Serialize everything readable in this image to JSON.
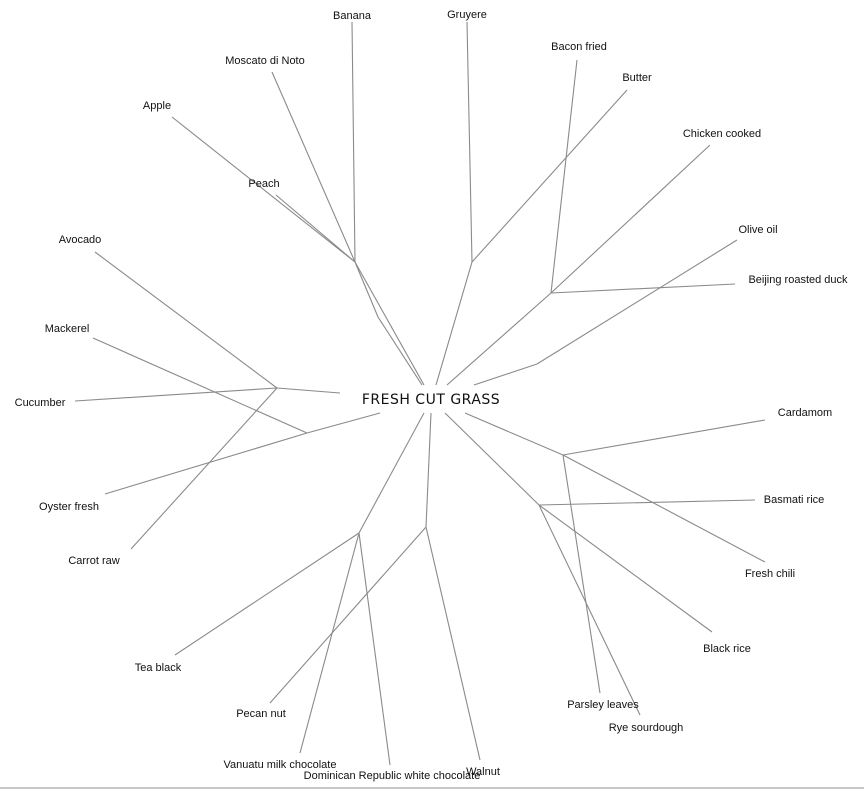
{
  "center": {
    "label": "FRESH CUT GRASS"
  },
  "nodes": [
    {
      "label": "Banana"
    },
    {
      "label": "Gruyere"
    },
    {
      "label": "Bacon fried"
    },
    {
      "label": "Butter"
    },
    {
      "label": "Chicken cooked"
    },
    {
      "label": "Olive oil"
    },
    {
      "label": "Beijing roasted duck"
    },
    {
      "label": "Moscato di Noto"
    },
    {
      "label": "Apple"
    },
    {
      "label": "Peach"
    },
    {
      "label": "Avocado"
    },
    {
      "label": "Mackerel"
    },
    {
      "label": "Cucumber"
    },
    {
      "label": "Oyster fresh"
    },
    {
      "label": "Carrot raw"
    },
    {
      "label": "Cardamom"
    },
    {
      "label": "Basmati rice"
    },
    {
      "label": "Fresh chili"
    },
    {
      "label": "Black rice"
    },
    {
      "label": "Parsley leaves"
    },
    {
      "label": "Rye sourdough"
    },
    {
      "label": "Tea black"
    },
    {
      "label": "Pecan nut"
    },
    {
      "label": "Vanuatu milk chocolate"
    },
    {
      "label": "Dominican Republic white chocolate"
    },
    {
      "label": "Walnut"
    }
  ],
  "colors": {
    "edge": "#8a8a8a",
    "text": "#111111"
  }
}
